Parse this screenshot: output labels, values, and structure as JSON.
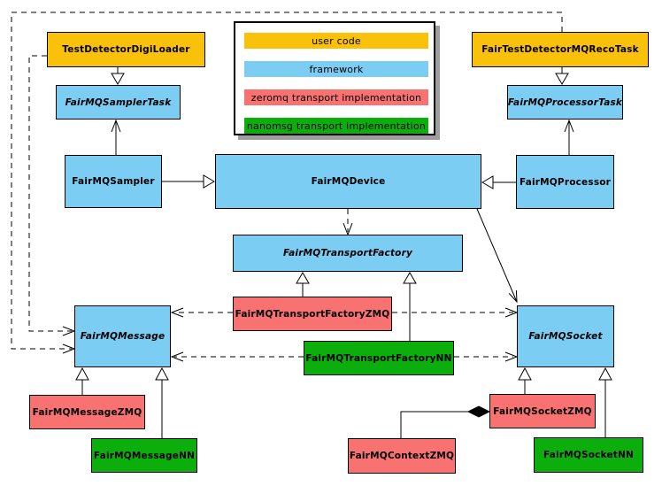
{
  "palette": {
    "user": "#F9C10A",
    "framework": "#7CCDF3",
    "zeromq": "#F87272",
    "nanomsg": "#0CAE0C",
    "edge": "#000000",
    "background": "#FFFFFF",
    "legend_shadow": "#9E9E9E"
  },
  "legend": {
    "items": [
      {
        "label": "user code",
        "color_key": "user"
      },
      {
        "label": "framework",
        "color_key": "framework"
      },
      {
        "label": "zeromq transport implementation",
        "color_key": "zeromq"
      },
      {
        "label": "nanomsg transport implementation",
        "color_key": "nanomsg"
      }
    ]
  },
  "nodes": {
    "testdigi": {
      "label": "TestDetectorDigiLoader",
      "category": "user",
      "abstract": false
    },
    "recotask": {
      "label": "FairTestDetectorMQRecoTask",
      "category": "user",
      "abstract": false
    },
    "samplertask": {
      "label": "FairMQSamplerTask",
      "category": "framework",
      "abstract": true
    },
    "processortask": {
      "label": "FairMQProcessorTask",
      "category": "framework",
      "abstract": true
    },
    "sampler": {
      "label": "FairMQSampler",
      "category": "framework",
      "abstract": false
    },
    "device": {
      "label": "FairMQDevice",
      "category": "framework",
      "abstract": false
    },
    "processor": {
      "label": "FairMQProcessor",
      "category": "framework",
      "abstract": false
    },
    "transportfactory": {
      "label": "FairMQTransportFactory",
      "category": "framework",
      "abstract": true
    },
    "tfzmq": {
      "label": "FairMQTransportFactoryZMQ",
      "category": "zeromq",
      "abstract": false
    },
    "tfnn": {
      "label": "FairMQTransportFactoryNN",
      "category": "nanomsg",
      "abstract": false
    },
    "message": {
      "label": "FairMQMessage",
      "category": "framework",
      "abstract": true
    },
    "socket": {
      "label": "FairMQSocket",
      "category": "framework",
      "abstract": true
    },
    "messagezmq": {
      "label": "FairMQMessageZMQ",
      "category": "zeromq",
      "abstract": false
    },
    "messagenn": {
      "label": "FairMQMessageNN",
      "category": "nanomsg",
      "abstract": false
    },
    "socketzmq": {
      "label": "FairMQSocketZMQ",
      "category": "zeromq",
      "abstract": false
    },
    "socketnn": {
      "label": "FairMQSocketNN",
      "category": "nanomsg",
      "abstract": false
    },
    "contextzmq": {
      "label": "FairMQContextZMQ",
      "category": "zeromq",
      "abstract": false
    }
  },
  "edges": [
    {
      "from": "testdigi",
      "to": "samplertask",
      "type": "inheritance"
    },
    {
      "from": "recotask",
      "to": "processortask",
      "type": "inheritance"
    },
    {
      "from": "sampler",
      "to": "device",
      "type": "inheritance"
    },
    {
      "from": "processor",
      "to": "device",
      "type": "inheritance"
    },
    {
      "from": "sampler",
      "to": "samplertask",
      "type": "reference-arrow"
    },
    {
      "from": "processor",
      "to": "processortask",
      "type": "reference-arrow"
    },
    {
      "from": "device",
      "to": "transportfactory",
      "type": "dashed-dependency"
    },
    {
      "from": "device",
      "to": "socket",
      "type": "reference-arrow"
    },
    {
      "from": "tfzmq",
      "to": "transportfactory",
      "type": "inheritance"
    },
    {
      "from": "tfnn",
      "to": "transportfactory",
      "type": "inheritance"
    },
    {
      "from": "tfzmq",
      "to": "message",
      "type": "dashed-dependency"
    },
    {
      "from": "tfzmq",
      "to": "socket",
      "type": "dashed-dependency"
    },
    {
      "from": "tfnn",
      "to": "message",
      "type": "dashed-dependency"
    },
    {
      "from": "tfnn",
      "to": "socket",
      "type": "dashed-dependency"
    },
    {
      "from": "testdigi",
      "to": "message",
      "type": "dashed-dependency"
    },
    {
      "from": "recotask",
      "to": "message",
      "type": "dashed-dependency"
    },
    {
      "from": "messagezmq",
      "to": "message",
      "type": "inheritance"
    },
    {
      "from": "messagenn",
      "to": "message",
      "type": "inheritance"
    },
    {
      "from": "socketzmq",
      "to": "socket",
      "type": "inheritance"
    },
    {
      "from": "socketnn",
      "to": "socket",
      "type": "inheritance"
    },
    {
      "from": "contextzmq",
      "to": "socketzmq",
      "type": "aggregation-diamond"
    }
  ]
}
